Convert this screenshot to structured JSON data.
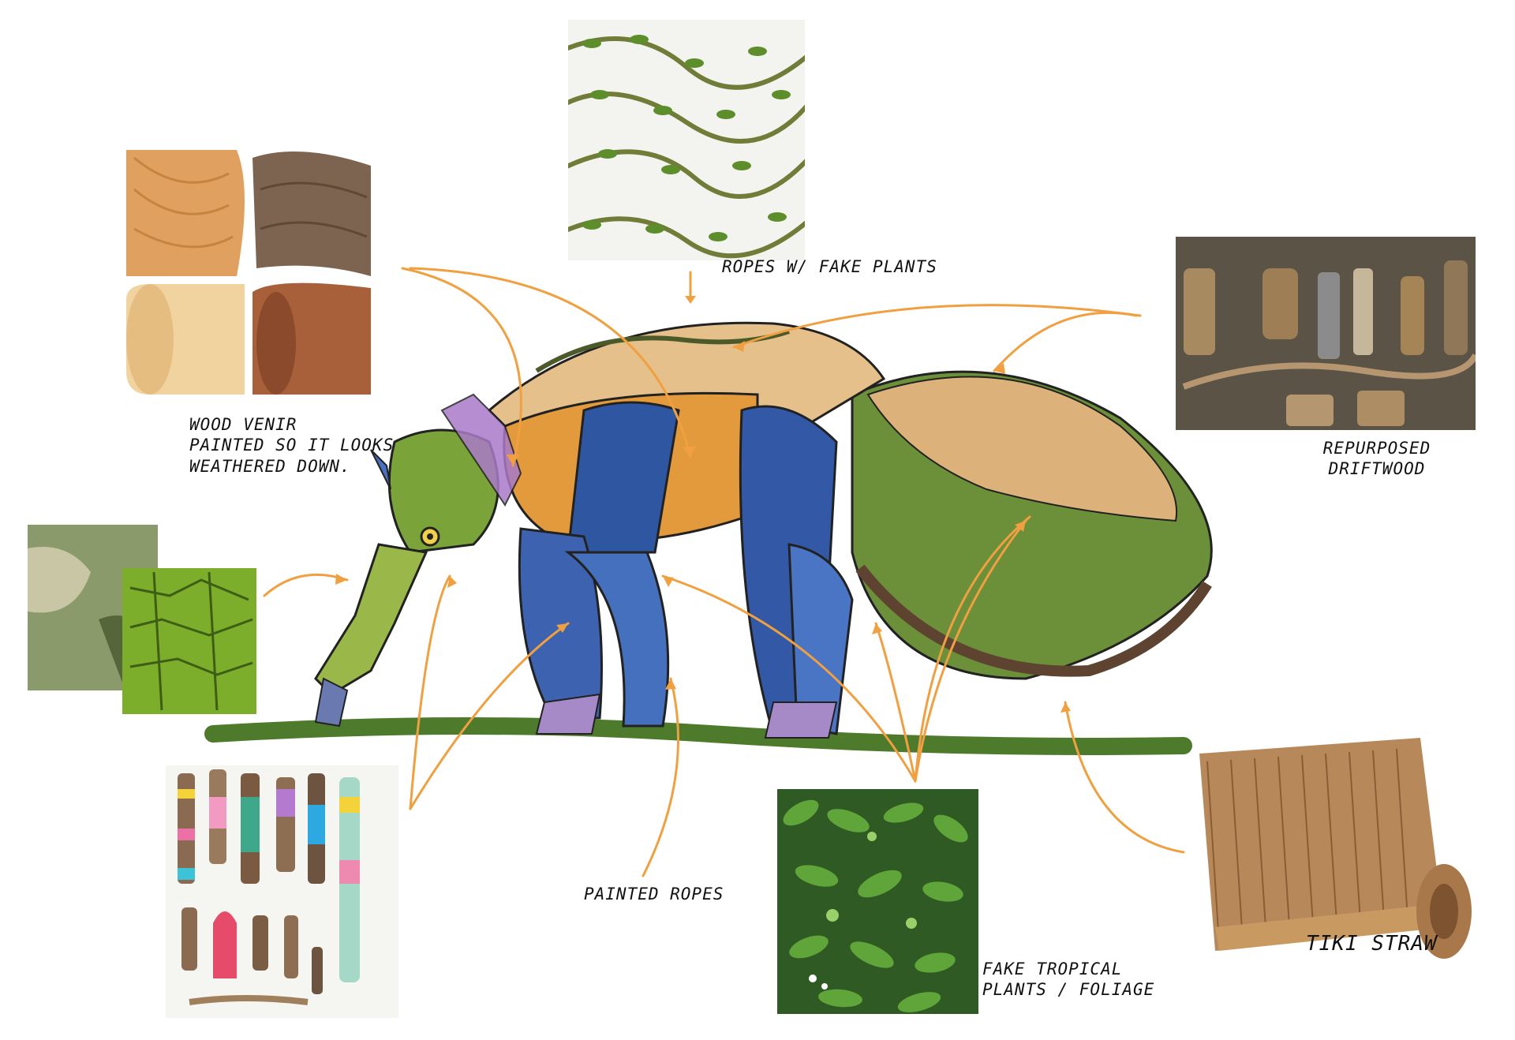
{
  "labels": {
    "wood_veneer": "Wood venir\nPainted so it Looks\nWeathered down.",
    "ropes_plants": "Ropes w/ fake plants",
    "driftwood": "Repurposed\nDriftwood",
    "painted_ropes": "Painted Ropes",
    "tropical": "Fake Tropical\nPlants / Foliage",
    "tiki": "Tiki Straw"
  },
  "colors": {
    "arrow": "#f0a040",
    "grass": "#4e7a2c",
    "body_blue": "#3a5fa8",
    "head_green": "#7aa33a",
    "veneer": "#d9a55a",
    "straw": "#b08550"
  }
}
